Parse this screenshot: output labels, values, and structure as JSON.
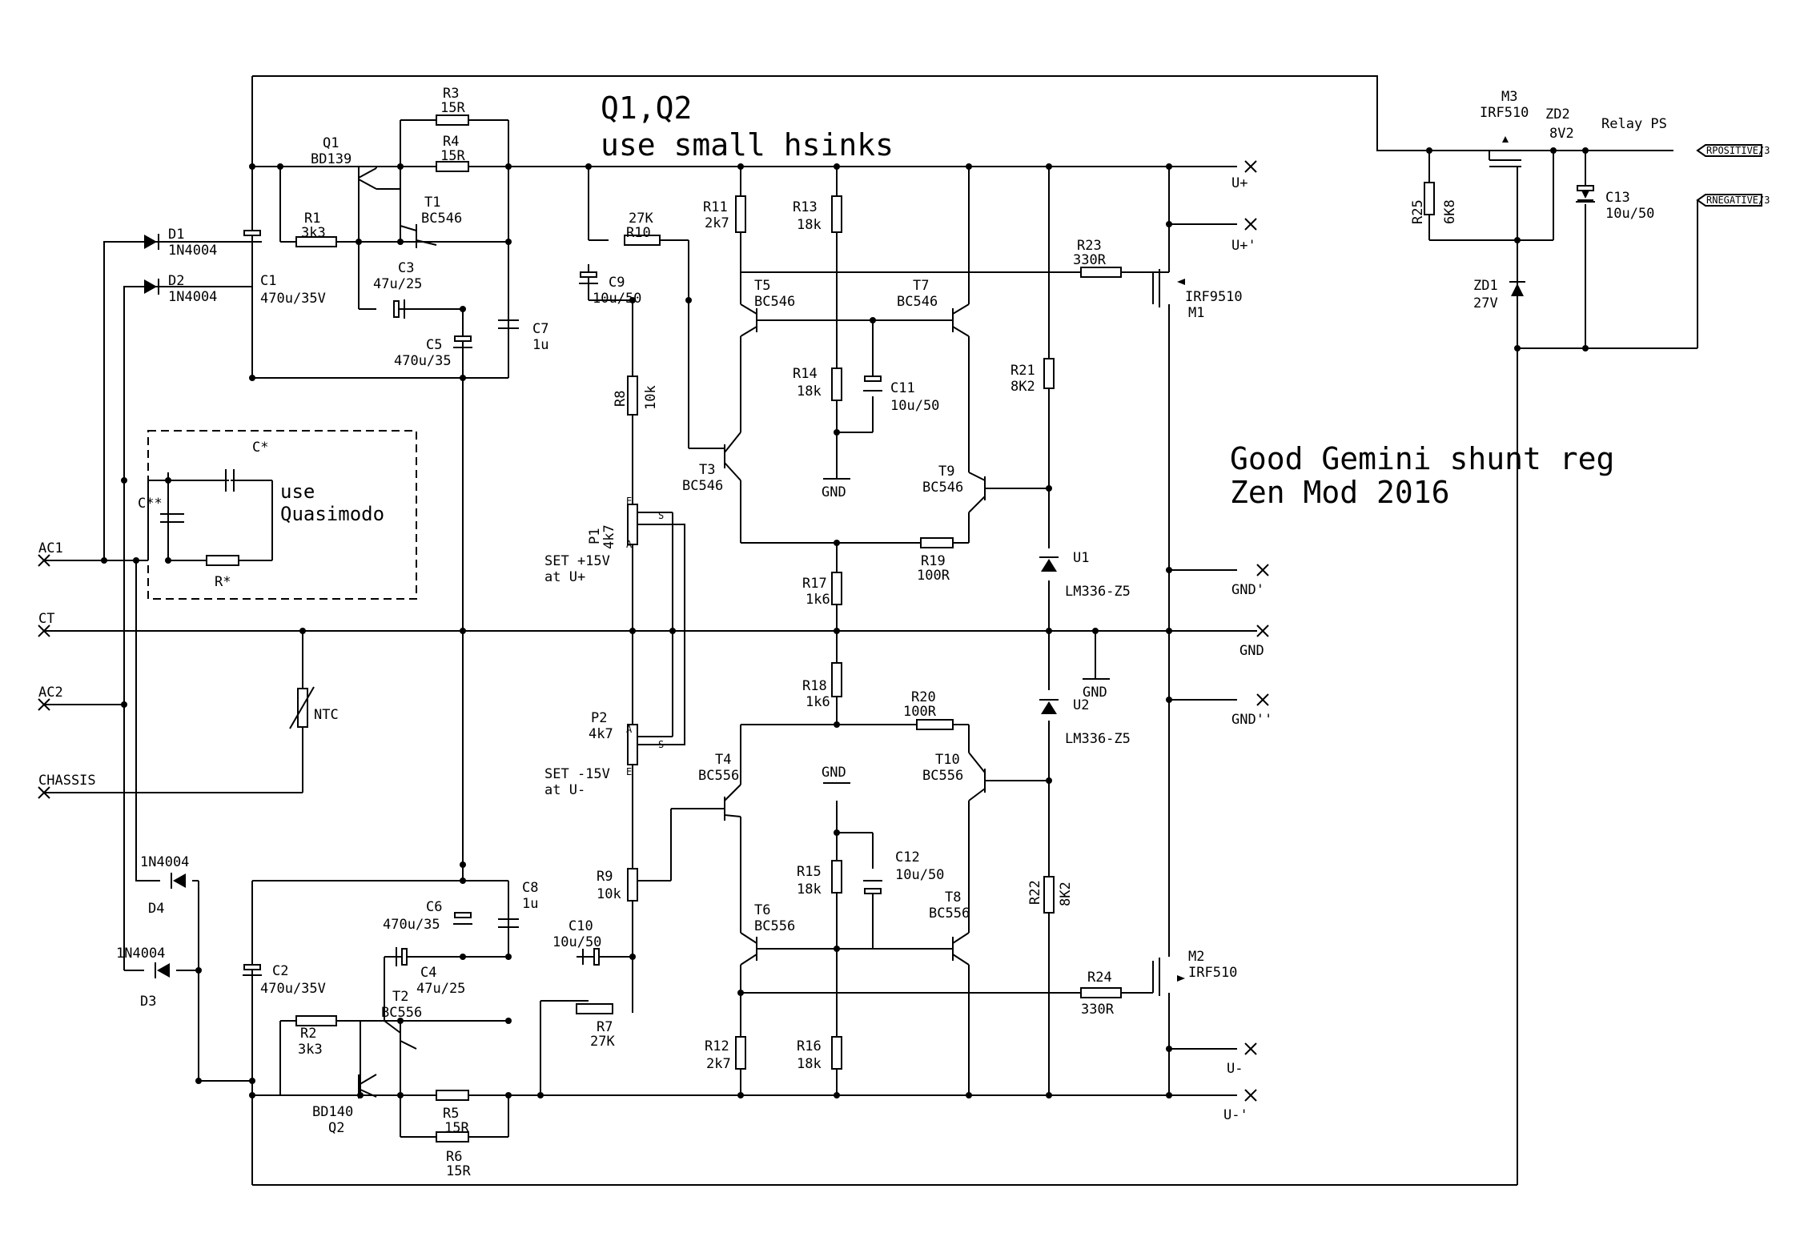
{
  "title": {
    "line1": "Good Gemini shunt reg",
    "line2": "Zen Mod 2016"
  },
  "note": {
    "line1": "Q1,Q2",
    "line2": "use small hsinks"
  },
  "quasimodo": {
    "line1": "use",
    "line2": "Quasimodo",
    "cstar": "C*",
    "cstarstar": "C**",
    "rstar": "R*"
  },
  "terminals": {
    "ac1": "AC1",
    "ct": "CT",
    "ac2": "AC2",
    "chassis": "CHASSIS",
    "uplus": "U+",
    "uplus2": "U+'",
    "gnd1": "GND'",
    "gnd": "GND",
    "gnd2": "GND''",
    "uminus": "U-",
    "uminus2": "U-'",
    "rpos": "RPOSITIVE/3",
    "rneg": "RNEGATIVE/3",
    "relay": "Relay PS"
  },
  "gnd_symbol": "GND",
  "parts": {
    "D1": [
      "D1",
      "1N4004"
    ],
    "D2": [
      "D2",
      "1N4004"
    ],
    "D3": [
      "D3",
      "1N4004"
    ],
    "D4": [
      "D4",
      "1N4004"
    ],
    "C1": [
      "C1",
      "470u/35V"
    ],
    "C2": [
      "C2",
      "470u/35V"
    ],
    "C3": [
      "C3",
      "47u/25"
    ],
    "C4": [
      "C4",
      "47u/25"
    ],
    "C5": [
      "C5",
      "470u/35"
    ],
    "C6": [
      "C6",
      "470u/35"
    ],
    "C7": [
      "C7",
      "1u"
    ],
    "C8": [
      "C8",
      "1u"
    ],
    "C9": [
      "C9",
      "10u/50"
    ],
    "C10": [
      "C10",
      "10u/50"
    ],
    "C11": [
      "C11",
      "10u/50"
    ],
    "C12": [
      "C12",
      "10u/50"
    ],
    "C13": [
      "C13",
      "10u/50"
    ],
    "R1": [
      "R1",
      "3k3"
    ],
    "R2": [
      "R2",
      "3k3"
    ],
    "R3": [
      "R3",
      "15R"
    ],
    "R4": [
      "R4",
      "15R"
    ],
    "R5": [
      "R5",
      "15R"
    ],
    "R6": [
      "R6",
      "15R"
    ],
    "R7": [
      "R7",
      "27K"
    ],
    "R8": [
      "R8",
      "10k"
    ],
    "R9": [
      "R9",
      "10k"
    ],
    "R10": [
      "R10",
      "27K"
    ],
    "R11": [
      "R11",
      "2k7"
    ],
    "R12": [
      "R12",
      "2k7"
    ],
    "R13": [
      "R13",
      "18k"
    ],
    "R14": [
      "R14",
      "18k"
    ],
    "R15": [
      "R15",
      "18k"
    ],
    "R16": [
      "R16",
      "18k"
    ],
    "R17": [
      "R17",
      "1k6"
    ],
    "R18": [
      "R18",
      "1k6"
    ],
    "R19": [
      "R19",
      "100R"
    ],
    "R20": [
      "R20",
      "100R"
    ],
    "R21": [
      "R21",
      "8K2"
    ],
    "R22": [
      "R22",
      "8K2"
    ],
    "R23": [
      "R23",
      "330R"
    ],
    "R24": [
      "R24",
      "330R"
    ],
    "R25": [
      "R25",
      "6K8"
    ],
    "Q1": [
      "Q1",
      "BD139"
    ],
    "Q2": [
      "Q2",
      "BD140"
    ],
    "T1": [
      "T1",
      "BC546"
    ],
    "T2": [
      "T2",
      "BC556"
    ],
    "T3": [
      "T3",
      "BC546"
    ],
    "T4": [
      "T4",
      "BC556"
    ],
    "T5": [
      "T5",
      "BC546"
    ],
    "T6": [
      "T6",
      "BC556"
    ],
    "T7": [
      "T7",
      "BC546"
    ],
    "T8": [
      "T8",
      "BC556"
    ],
    "T9": [
      "T9",
      "BC546"
    ],
    "T10": [
      "T10",
      "BC556"
    ],
    "M1": [
      "M1",
      "IRF9510"
    ],
    "M2": [
      "M2",
      "IRF510"
    ],
    "M3": [
      "M3",
      "IRF510"
    ],
    "U1": [
      "U1",
      "LM336-Z5"
    ],
    "U2": [
      "U2",
      "LM336-Z5"
    ],
    "ZD1": [
      "ZD1",
      "27V"
    ],
    "ZD2": [
      "ZD2",
      "8V2"
    ],
    "P1": [
      "P1",
      "4k7"
    ],
    "P2": [
      "P2",
      "4k7"
    ],
    "NTC": [
      "NTC"
    ]
  },
  "pot": {
    "set1a": "SET +15V",
    "set1b": "at U+",
    "set2a": "SET -15V",
    "set2b": "at U-",
    "pinE": "E",
    "pinA": "A",
    "pinS": "S"
  }
}
